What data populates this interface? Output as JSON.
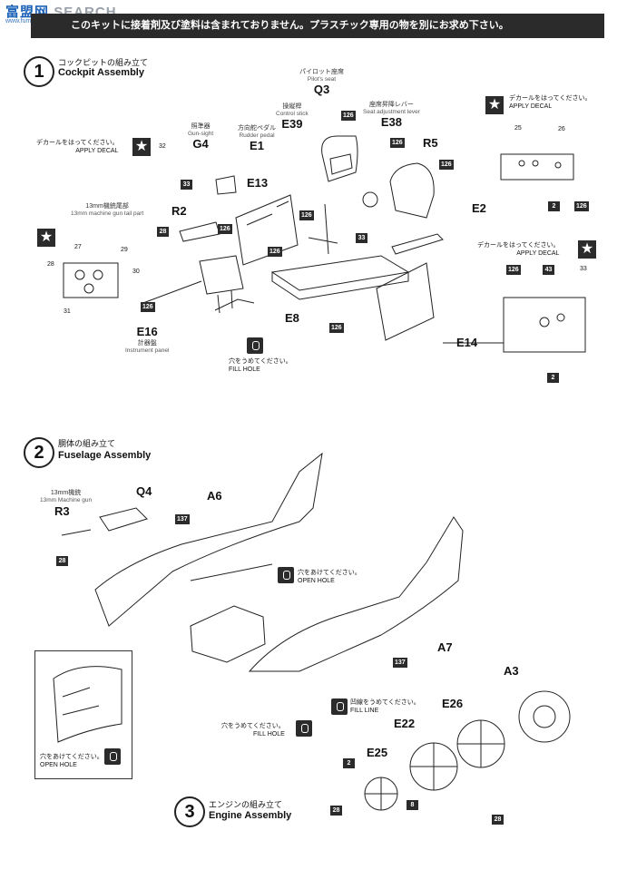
{
  "watermark": {
    "logo": "富盟网",
    "text": "SEARCH",
    "sub": "www.fumeng.com"
  },
  "banner": {
    "text": "このキットに接着剤及び塗料は含まれておりません。プラスチック専用の物を別にお求め下さい。"
  },
  "step1": {
    "num": "1",
    "title_jp": "コックピットの組み立て",
    "title_en": "Cockpit Assembly",
    "parts": {
      "q3": {
        "jp": "パイロット座席",
        "en": "Pilot's seat",
        "pn": "Q3"
      },
      "e39": {
        "jp": "操縦桿",
        "en": "Control stick",
        "pn": "E39"
      },
      "e38": {
        "jp": "座席昇降レバー",
        "en": "Seat adjustment lever",
        "pn": "E38"
      },
      "g4": {
        "jp": "照準器",
        "en": "Gun-sight",
        "pn": "G4"
      },
      "e1": {
        "jp": "方向舵ペダル",
        "en": "Rudder pedal",
        "pn": "E1"
      },
      "r2": {
        "jp": "13mm機銃尾部",
        "en": "13mm machine gun tail part",
        "pn": "R2"
      },
      "e16": {
        "jp": "計器盤",
        "en": "Instrument panel",
        "pn": "E16"
      },
      "r5": "R5",
      "e13": "E13",
      "e2": "E2",
      "e8": "E8",
      "e14": "E14"
    },
    "apply_decal_jp": "デカールをはってください。",
    "apply_decal_en": "APPLY DECAL",
    "fill_hole_jp": "穴をうめてください。",
    "fill_hole_en": "FILL HOLE",
    "tags": [
      "126",
      "126",
      "126",
      "126",
      "126",
      "126",
      "126",
      "126",
      "33",
      "33",
      "28",
      "2",
      "2",
      "126",
      "126",
      "43"
    ],
    "circles": [
      "32",
      "27",
      "29",
      "28",
      "30",
      "31",
      "25",
      "26",
      "33"
    ]
  },
  "step2": {
    "num": "2",
    "title_jp": "胴体の組み立て",
    "title_en": "Fuselage Assembly",
    "gun": {
      "jp": "13mm機銃",
      "en": "13mm Machine gun",
      "pn": "R3"
    },
    "q4": "Q4",
    "a6": "A6",
    "a7": "A7",
    "tags": [
      "137",
      "137",
      "28"
    ],
    "open_hole_jp": "穴をあけてください。",
    "open_hole_en": "OPEN HOLE",
    "fill_groove_jp": "凹線をうめてください。",
    "fill_line_en": "FILL LINE",
    "fill_hole_jp": "穴をうめてください。",
    "fill_hole_en": "FILL HOLE"
  },
  "step3": {
    "num": "3",
    "title_jp": "エンジンの組み立て",
    "title_en": "Engine Assembly",
    "parts": [
      "A3",
      "E26",
      "E22",
      "E25"
    ],
    "tags": [
      "2",
      "28",
      "8",
      "28"
    ]
  }
}
